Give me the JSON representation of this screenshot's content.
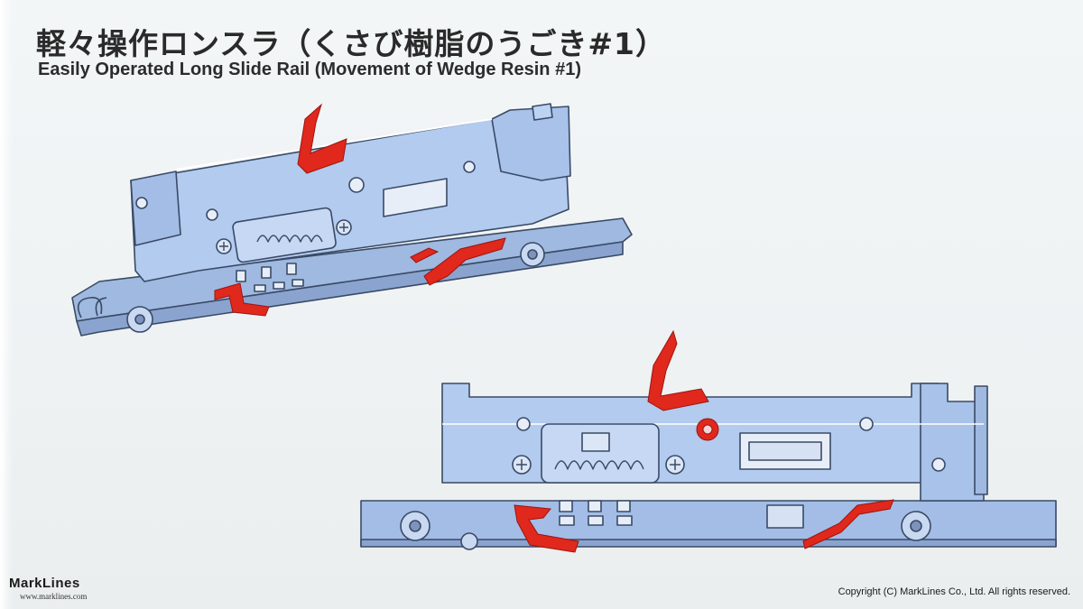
{
  "slide": {
    "title_jp": "軽々操作ロンスラ（くさび樹脂のうごき#1）",
    "title_en": "Easily Operated Long Slide Rail (Movement of Wedge Resin #1)"
  },
  "colors": {
    "rail_body": "#a9c3e8",
    "rail_shade": "#8faad4",
    "rail_outline": "#3a4a66",
    "wedge_resin": "#e0281d"
  },
  "footer": {
    "logo": "MarkLines",
    "logo_url": "www.marklines.com",
    "copyright": "Copyright (C) MarkLines Co., Ltd. All rights reserved."
  }
}
